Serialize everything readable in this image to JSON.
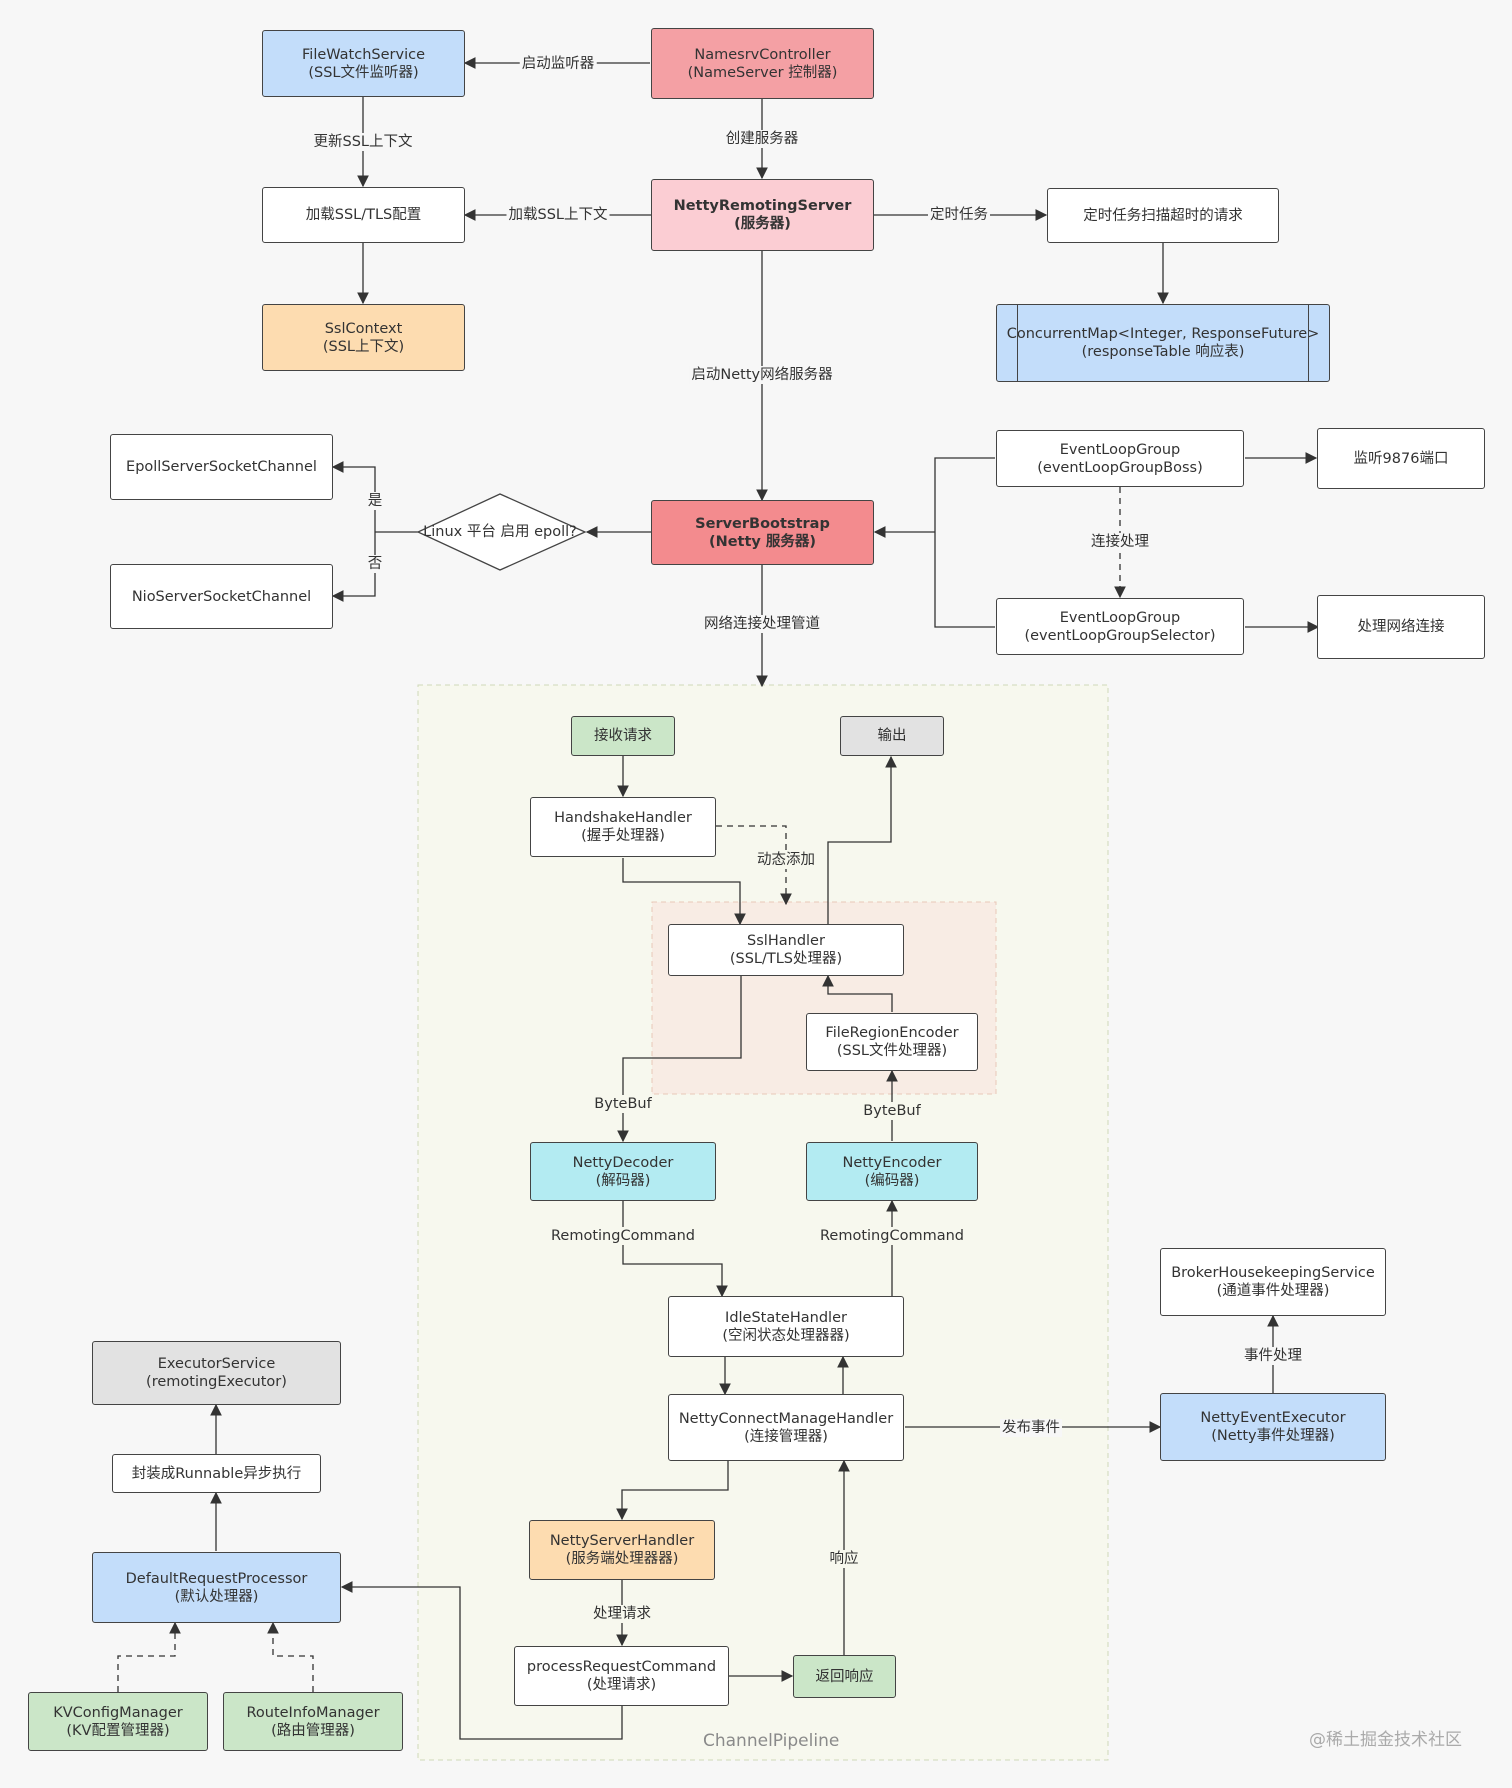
{
  "nodes": {
    "namesrv": {
      "l1": "NamesrvController",
      "l2": "(NameServer 控制器)"
    },
    "filewatch": {
      "l1": "FileWatchService",
      "l2": "(SSL文件监听器)"
    },
    "loadssl": {
      "l1": "加载SSL/TLS配置"
    },
    "sslcontext": {
      "l1": "SslContext",
      "l2": "(SSL上下文)"
    },
    "remoting": {
      "l1": "NettyRemotingServer",
      "l2": "(服务器)"
    },
    "timer": {
      "l1": "定时任务扫描超时的请求"
    },
    "concmap": {
      "l1": "ConcurrentMap<Integer, ResponseFuture>",
      "l2": "(responseTable 响应表)"
    },
    "epoll": {
      "l1": "EpollServerSocketChannel"
    },
    "nio": {
      "l1": "NioServerSocketChannel"
    },
    "diamond": {
      "l1": "Linux 平台",
      "l2": "启用 epoll?"
    },
    "bootstrap": {
      "l1": "ServerBootstrap",
      "l2": "(Netty 服务器)"
    },
    "boss": {
      "l1": "EventLoopGroup",
      "l2": "(eventLoopGroupBoss)"
    },
    "selector": {
      "l1": "EventLoopGroup",
      "l2": "(eventLoopGroupSelector)"
    },
    "port": {
      "l1": "监听9876端口"
    },
    "netconn": {
      "l1": "处理网络连接"
    },
    "recv": {
      "l1": "接收请求"
    },
    "output": {
      "l1": "输出"
    },
    "handshake": {
      "l1": "HandshakeHandler",
      "l2": "(握手处理器)"
    },
    "sslhandler": {
      "l1": "SslHandler",
      "l2": "(SSL/TLS处理器)"
    },
    "fileregion": {
      "l1": "FileRegionEncoder",
      "l2": "(SSL文件处理器)"
    },
    "decoder": {
      "l1": "NettyDecoder",
      "l2": "(解码器)"
    },
    "encoder": {
      "l1": "NettyEncoder",
      "l2": "(编码器)"
    },
    "idle": {
      "l1": "IdleStateHandler",
      "l2": "(空闲状态处理器器)"
    },
    "connmgr": {
      "l1": "NettyConnectManageHandler",
      "l2": "(连接管理器)"
    },
    "serverhandler": {
      "l1": "NettyServerHandler",
      "l2": "(服务端处理器器)"
    },
    "processcmd": {
      "l1": "processRequestCommand",
      "l2": "(处理请求)"
    },
    "returnresp": {
      "l1": "返回响应"
    },
    "executor": {
      "l1": "ExecutorService",
      "l2": "(remotingExecutor)"
    },
    "runnable": {
      "l1": "封装成Runnable异步执行"
    },
    "defproc": {
      "l1": "DefaultRequestProcessor",
      "l2": "(默认处理器)"
    },
    "kvconfig": {
      "l1": "KVConfigManager",
      "l2": "(KV配置管理器)"
    },
    "routeinfo": {
      "l1": "RouteInfoManager",
      "l2": "(路由管理器)"
    },
    "broker": {
      "l1": "BrokerHousekeepingService",
      "l2": "(通道事件处理器)"
    },
    "eventexec": {
      "l1": "NettyEventExecutor",
      "l2": "(Netty事件处理器)"
    }
  },
  "edge_labels": {
    "start_listener": "启动监听器",
    "update_ssl": "更新SSL上下文",
    "create_server": "创建服务器",
    "load_ssl": "加载SSL上下文",
    "timer_task": "定时任务",
    "start_netty": "启动Netty网络服务器",
    "yes": "是",
    "no": "否",
    "conn_process": "连接处理",
    "pipeline": "网络连接处理管道",
    "dyn_add": "动态添加",
    "bytebuf_in": "ByteBuf",
    "bytebuf_out": "ByteBuf",
    "cmd_in": "RemotingCommand",
    "cmd_out": "RemotingCommand",
    "publish_event": "发布事件",
    "event_handle": "事件处理",
    "handle_req": "处理请求",
    "response": "响应"
  },
  "pipeline_title": "ChannelPipeline",
  "watermark": "@稀土掘金技术社区",
  "colors": {
    "red": "#f4a0a4",
    "pink": "#fbcdd3",
    "deep_red": "#f38b8e",
    "blue": "#c3ddfa",
    "orange": "#fddcb0",
    "green": "#cbe6c8",
    "gray": "#e2e2e2",
    "cyan": "#b3ebf2",
    "pipeline_bg": "#f7f8ee",
    "ssl_group_bg": "#f8ece4"
  }
}
